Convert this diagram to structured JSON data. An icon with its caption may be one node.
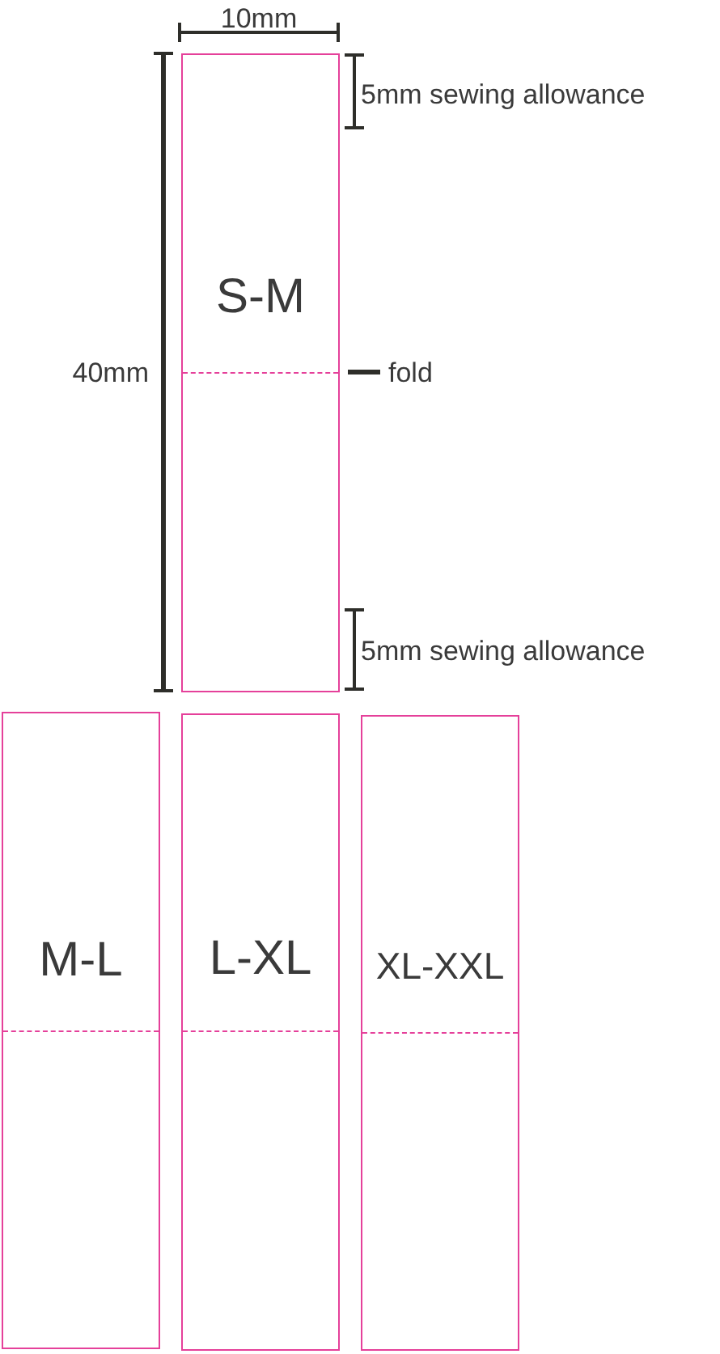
{
  "diagram": {
    "nodes": [
      {
        "text": [
          "S-M"
        ]
      },
      {
        "text": [
          "M-L"
        ]
      },
      {
        "text": [
          "L-XL"
        ]
      },
      {
        "text": [
          "XL-XXL"
        ]
      }
    ],
    "labels": [
      "10mm",
      "5mm sewing allowance",
      "40mm",
      "fold",
      "5mm sewing allowance"
    ]
  }
}
